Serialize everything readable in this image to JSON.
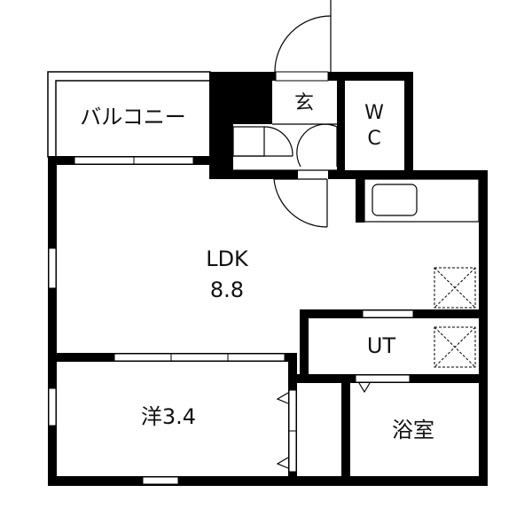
{
  "floor_plan": {
    "rooms": {
      "balcony": "バルコニー",
      "entrance": "玄",
      "wc_line1": "W",
      "wc_line2": "C",
      "ldk_name": "LDK",
      "ldk_size": "8.8",
      "utility": "UT",
      "western_room": "洋3.4",
      "bathroom": "浴室"
    },
    "colors": {
      "wall": "#000000",
      "background": "#ffffff"
    }
  }
}
